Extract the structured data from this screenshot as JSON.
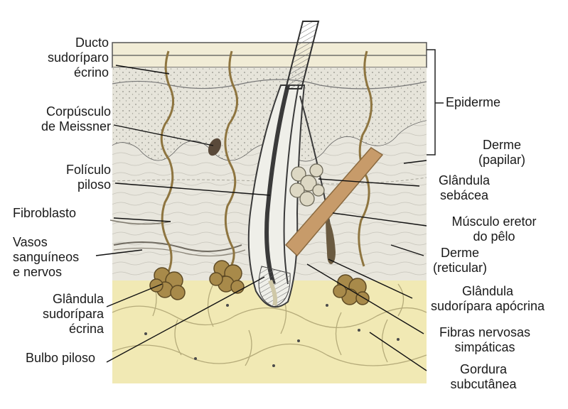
{
  "labels": {
    "ducto": "Ducto\nsudoríparo\nécrino",
    "meissner": "Corpúsculo\nde Meissner",
    "foliculo": "Folículo\npiloso",
    "fibroblasto": "Fibroblasto",
    "vasos": "Vasos\nsanguíneos\ne nervos",
    "glandula_ecrina": "Glândula\nsudorípara\nécrina",
    "bulbo": "Bulbo piloso",
    "epiderme": "Epiderme",
    "derme_papilar": "Derme\n(papilar)",
    "sebacea": "Glândula\nsebácea",
    "musculo": "Músculo eretor\ndo pêlo",
    "derme_reticular": "Derme\n(reticular)",
    "apocrina": "Glândula\nsudorípara apócrina",
    "fibras": "Fibras nervosas\nsimpáticas",
    "gordura": "Gordura\nsubcutânea"
  },
  "colors": {
    "stratum_corneum": "#f1ecd6",
    "epidermis": "#e6e4da",
    "papillary_dermis": "#eceae2",
    "reticular_dermis": "#e4e2d8",
    "subcutaneous_fat": "#f1e9b4",
    "hair": "#3a3a3a",
    "sweat_gland": "#a88a4a",
    "erector_muscle": "#c79b6a"
  }
}
